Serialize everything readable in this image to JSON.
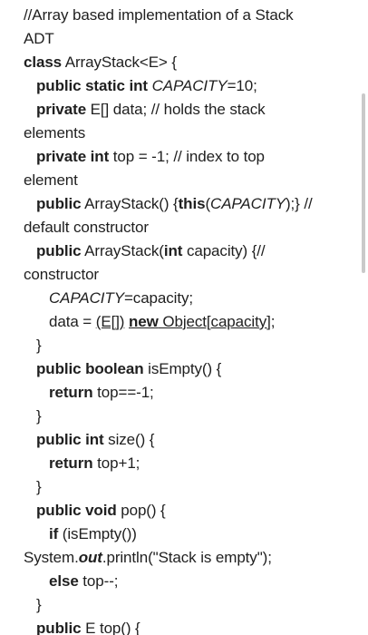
{
  "code": {
    "l01": "//Array based implementation of a Stack",
    "l02": "ADT",
    "l03_kw": "class",
    "l03_rest": " ArrayStack<E> {",
    "l04_kw": "public static int",
    "l04_const": " CAPACITY",
    "l04_rest": "=10;",
    "l05_kw": "private",
    "l05_rest": "  E[] data; // holds the stack",
    "l06": "elements",
    "l07_kw": "private int",
    "l07_rest": " top = -1; // index to top",
    "l08": "element",
    "l09_kw": "public",
    "l09_a": " ArrayStack() {",
    "l09_kw2": "this",
    "l09_b": "(",
    "l09_const": "CAPACITY",
    "l09_c": ");} //",
    "l10": "default constructor",
    "l11_kw": "public",
    "l11_a": " ArrayStack(",
    "l11_kw2": "int",
    "l11_b": " capacity) {//",
    "l12": "constructor",
    "l13_const": "CAPACITY",
    "l13_rest": "=capacity;",
    "l14_a": "data = ",
    "l14_u1": "(E[])",
    "l14_b": " ",
    "l14_kw": "new",
    "l14_u2": " Object[capacity]",
    "l14_c": ";",
    "l15": "}",
    "l16_kw": "public boolean",
    "l16_rest": " isEmpty() {",
    "l17_kw": "return",
    "l17_rest": " top==-1;",
    "l18": "}",
    "l19_kw": "public int",
    "l19_rest": " size() {",
    "l20_kw": "return",
    "l20_rest": " top+1;",
    "l21": "}",
    "l22_kw": "public void",
    "l22_rest": " pop() {",
    "l23_kw": "if",
    "l23_rest": " (isEmpty())",
    "l24_a": "System.",
    "l24_out": "out",
    "l24_b": ".println(\"Stack is empty\");",
    "l25_kw": "else",
    "l25_rest": " top--;",
    "l26": "}",
    "l27_kw": "public",
    "l27_rest": " E top() {"
  }
}
